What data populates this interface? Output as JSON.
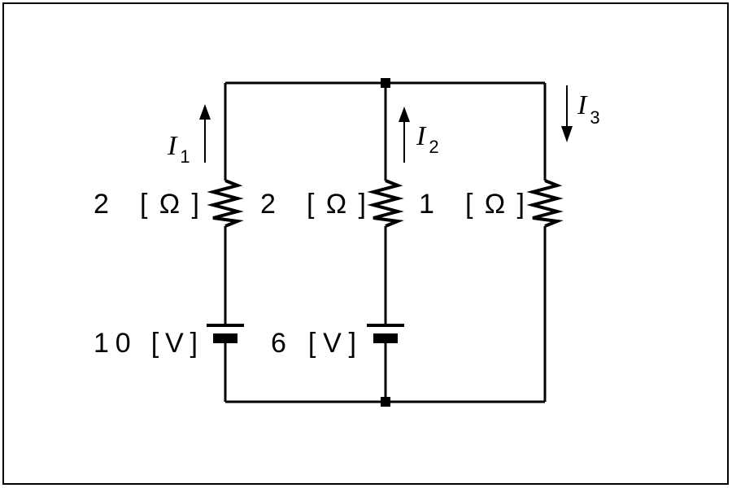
{
  "circuit": {
    "resistors": [
      {
        "label": "2 [Ω]"
      },
      {
        "label": "2 [Ω]"
      },
      {
        "label": "1 [Ω]"
      }
    ],
    "sources": [
      {
        "label": "10 [V]"
      },
      {
        "label": "6 [V]"
      }
    ],
    "currents": [
      {
        "symbol": "I",
        "index": "1",
        "direction": "up"
      },
      {
        "symbol": "I",
        "index": "2",
        "direction": "up"
      },
      {
        "symbol": "I",
        "index": "3",
        "direction": "down"
      }
    ]
  }
}
